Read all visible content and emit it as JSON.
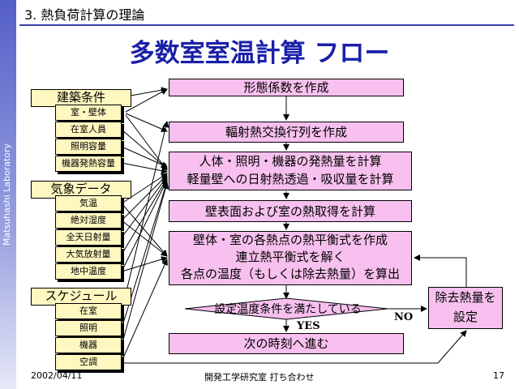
{
  "sidebar": {
    "lab_name": "Matsuhashi Laboratory"
  },
  "header": {
    "section_title": "3. 熱負荷計算の理論"
  },
  "slide": {
    "title": "多数室室温計算 フロー"
  },
  "inputs": {
    "building": {
      "label": "建築条件",
      "items": [
        "室・壁体",
        "在室人員",
        "照明容量",
        "機器発熱容量"
      ]
    },
    "weather": {
      "label": "気象データ",
      "items": [
        "気温",
        "絶対湿度",
        "全天日射量",
        "大気放射量",
        "地中温度"
      ]
    },
    "schedule": {
      "label": "スケジュール",
      "items": [
        "在室",
        "照明",
        "機器",
        "空調"
      ]
    }
  },
  "flow": {
    "step1": "形態係数を作成",
    "step2": "輻射熱交換行列を作成",
    "step3_line1": "人体・照明・機器の発熱量を計算",
    "step3_line2": "軽量壁への日射熱透過・吸収量を計算",
    "step4": "壁表面および室の熱取得を計算",
    "step5_line1": "壁体・室の各熱点の熱平衡式を作成",
    "step5_line2": "連立熱平衡式を解く",
    "step5_line3": "各点の温度（もしくは除去熱量）を算出",
    "decision": "設定温度条件を満たしている",
    "yes_label": "YES",
    "no_label": "NO",
    "step6": "次の時刻へ進む",
    "side_line1": "除去熱量を",
    "side_line2": "設定"
  },
  "footer": {
    "date": "2002/04/11",
    "meeting": "開発工学研究室 打ち合わせ",
    "page": "17"
  }
}
